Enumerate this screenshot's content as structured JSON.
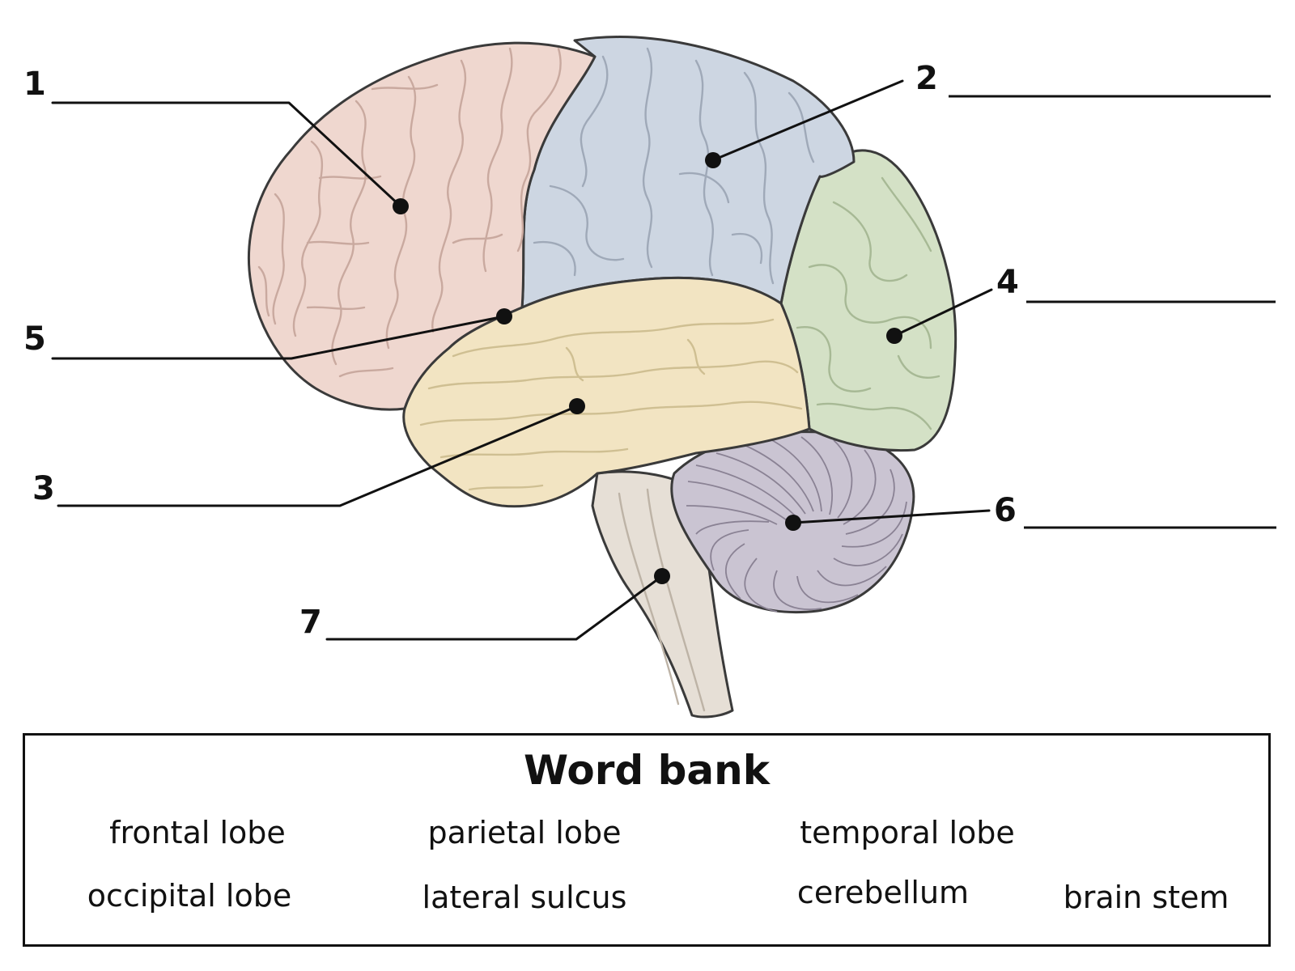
{
  "labels": [
    "1",
    "2",
    "3",
    "4",
    "5",
    "6",
    "7"
  ],
  "word_bank": {
    "title": "Word bank",
    "terms": [
      "frontal lobe",
      "parietal lobe",
      "temporal lobe",
      "occipital lobe",
      "lateral sulcus",
      "cerebellum",
      "brain stem"
    ]
  },
  "colors": {
    "frontal_lobe": "#efd7cf",
    "parietal_lobe": "#cdd6e2",
    "temporal_lobe": "#f2e4c2",
    "occipital_lobe": "#d4e1c6",
    "cerebellum": "#cac4d2",
    "brain_stem": "#e6dfd6",
    "outline": "#3a3a3a",
    "line": "#111111"
  }
}
